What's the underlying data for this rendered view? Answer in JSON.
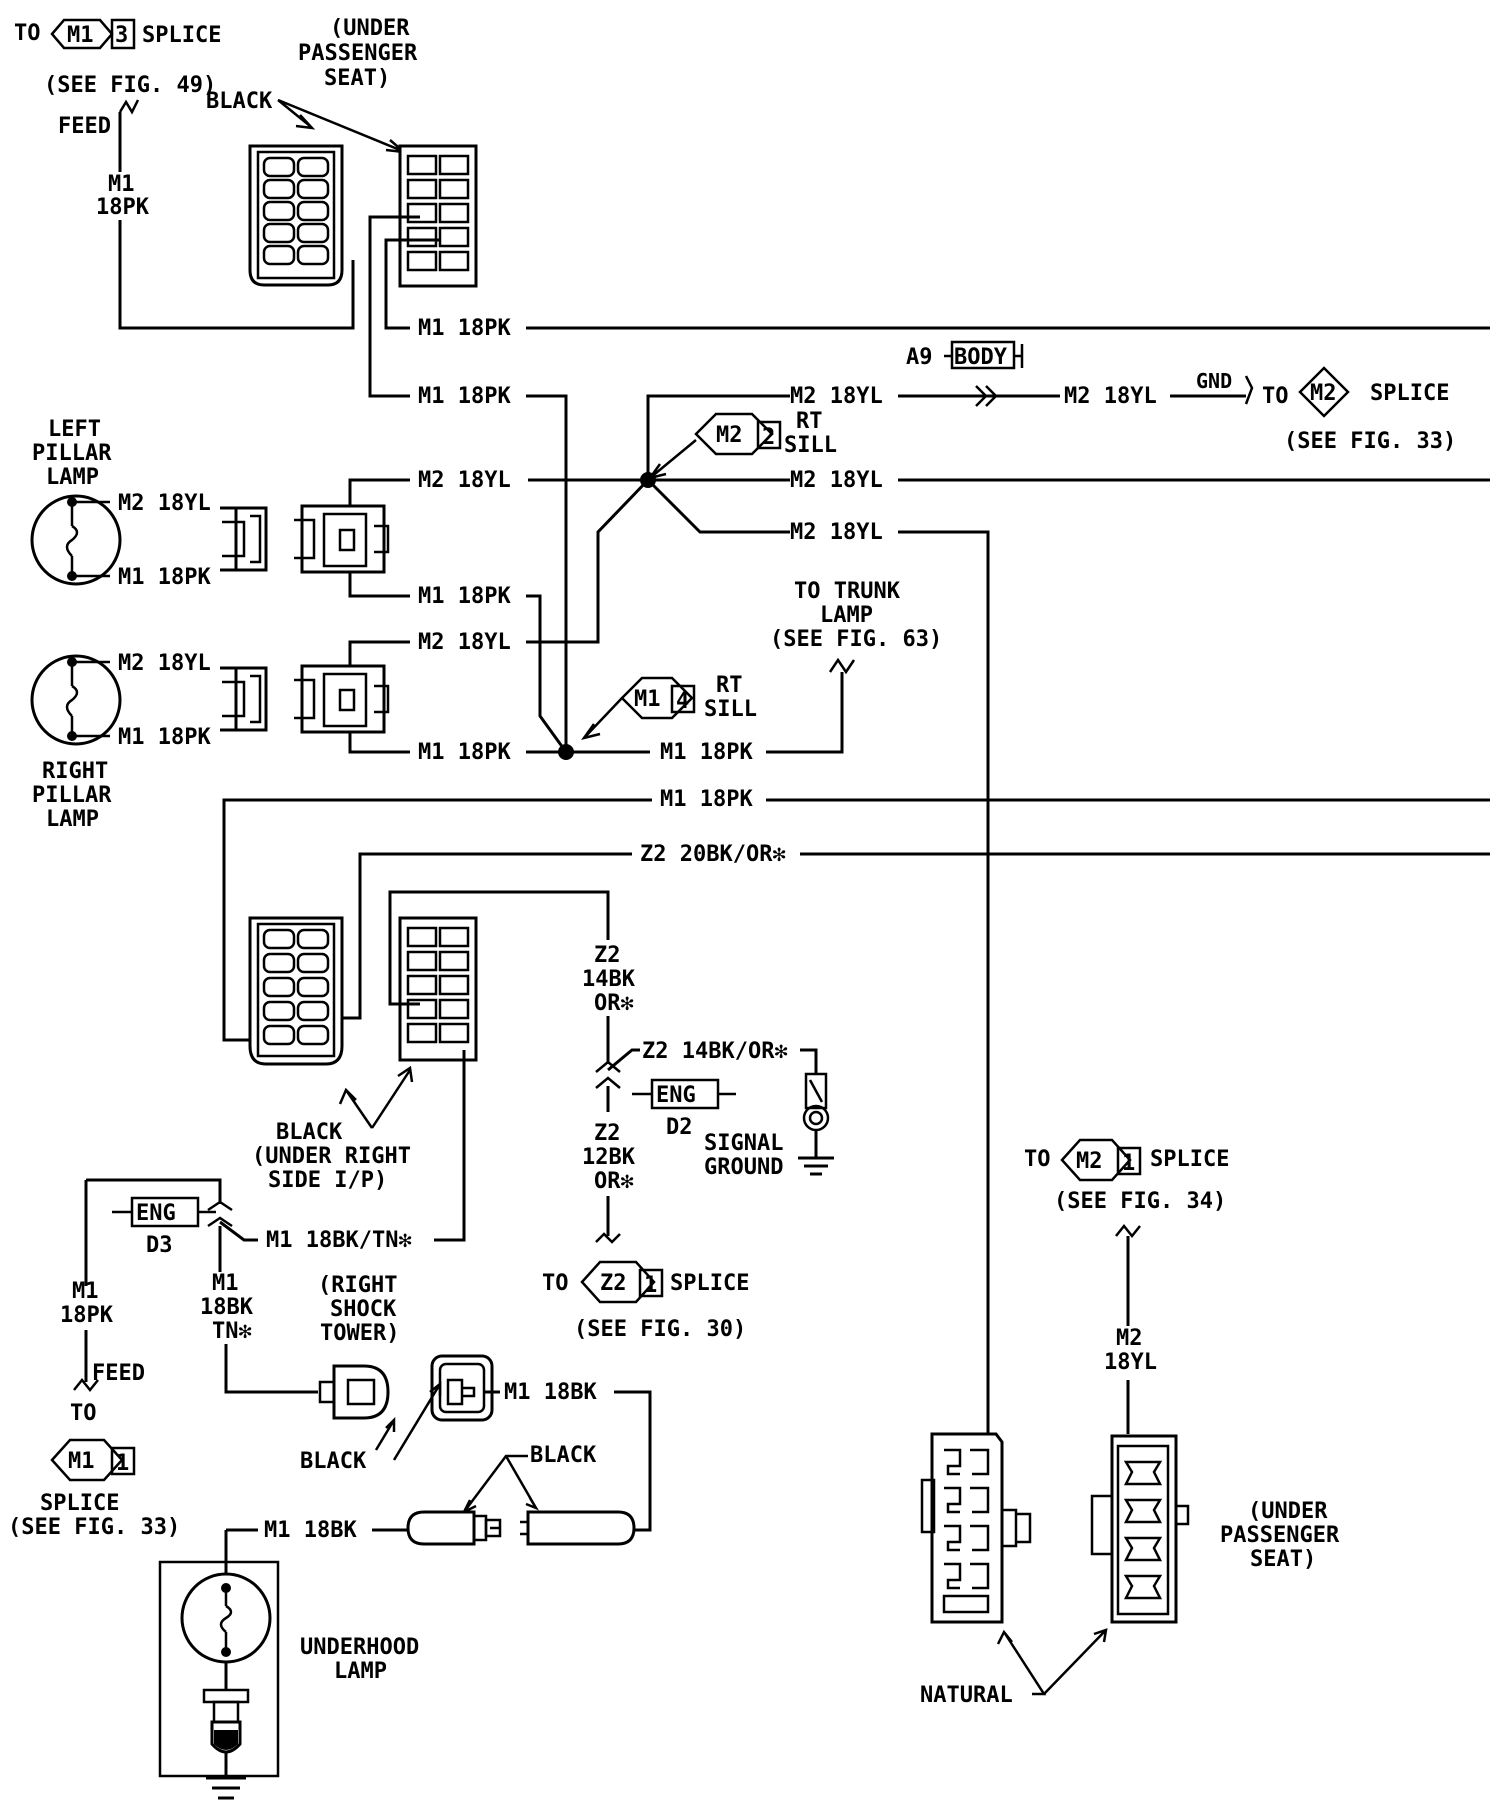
{
  "connectors": {
    "top_left": {
      "to": "TO",
      "code": "M1",
      "num": "3",
      "type": "SPLICE",
      "ref": "(SEE FIG. 49)",
      "feed": "FEED",
      "w1": "M1",
      "w2": "18PK"
    },
    "under_pass_seat_top": [
      "(UNDER",
      "PASSENGER",
      "SEAT)"
    ],
    "black_top": "BLACK",
    "natural": "NATURAL",
    "under_pass_seat_bottom": [
      "(UNDER",
      "PASSENGER",
      "SEAT)"
    ]
  },
  "wires": {
    "m1_18pk_a": "M1  18PK",
    "m1_18pk_b": "M1  18PK",
    "a9": "A9",
    "body": "BODY",
    "m2_18yl_a": "M2  18YL",
    "m2_18yl_b": "M2  18YL",
    "gnd": "GND",
    "to_m2": "TO",
    "m2_splice_code": "M2",
    "m2_splice_type": "SPLICE",
    "m2_splice_ref": "(SEE FIG. 33)",
    "rt_sill_m2": {
      "code": "M2",
      "num": "2",
      "label1": "RT",
      "label2": "SILL"
    },
    "m2_18yl_c": "M2  18YL",
    "m2_18yl_d": "M2  18YL",
    "m2_18yl_e": "M2  18YL",
    "m2_18yl_f": "M2  18YL",
    "m1_18pk_c": "M1  18PK",
    "m1_18pk_d": "M1  18PK",
    "trunk": [
      "TO TRUNK",
      "LAMP",
      "(SEE FIG. 63)"
    ],
    "rt_sill_m1": {
      "code": "M1",
      "num": "4",
      "label1": "RT",
      "label2": "SILL"
    },
    "m1_18pk_e": "M1  18PK",
    "m1_18pk_f": "M1  18PK",
    "z2_20bk": "Z2  20BK/OR✻"
  },
  "lamps": {
    "left": [
      "LEFT",
      "PILLAR",
      "LAMP"
    ],
    "left_m2": "M2  18YL",
    "left_m1": "M1  18PK",
    "right": [
      "RIGHT",
      "PILLAR",
      "LAMP"
    ],
    "right_m2": "M2  18YL",
    "right_m1": "M1  18PK",
    "underhood": [
      "UNDERHOOD",
      "LAMP"
    ]
  },
  "lower": {
    "z2_14bk_v": [
      "Z2",
      "14BK",
      "OR✻"
    ],
    "z2_14bk_h": "Z2  14BK/OR✻",
    "eng_d2": "ENG",
    "d2": "D2",
    "signal_ground": [
      "SIGNAL",
      "GROUND"
    ],
    "z2_12bk": [
      "Z2",
      "12BK",
      "OR✻"
    ],
    "to_z2": "TO",
    "z2_code": "Z2",
    "z2_num": "1",
    "z2_type": "SPLICE",
    "z2_ref": "(SEE FIG. 30)",
    "black_ip": [
      "BLACK",
      "(UNDER RIGHT",
      "SIDE I/P)"
    ],
    "eng_d3": "ENG",
    "d3": "D3",
    "m1_18bk_tn": "M1  18BK/TN✻",
    "m1_18pk_feed": [
      "M1",
      "18PK"
    ],
    "feed2": "FEED",
    "to2": "TO",
    "m1_splice_code": "M1",
    "m1_splice_num": "1",
    "m1_splice_type": "SPLICE",
    "m1_splice_ref": "(SEE FIG. 33)",
    "m1_18bk_tn_v": [
      "M1",
      "18BK",
      "TN✻"
    ],
    "right_shock": [
      "(RIGHT",
      "SHOCK",
      "TOWER)"
    ],
    "m1_18bk_a": "M1  18BK",
    "black_a": "BLACK",
    "black_b": "BLACK",
    "m1_18bk_b": "M1  18BK",
    "to_m2_2": "TO",
    "m2_2_code": "M2",
    "m2_2_num": "1",
    "m2_2_type": "SPLICE",
    "m2_2_ref": "(SEE FIG. 34)",
    "m2_18yl_v": [
      "M2",
      "18YL"
    ]
  }
}
